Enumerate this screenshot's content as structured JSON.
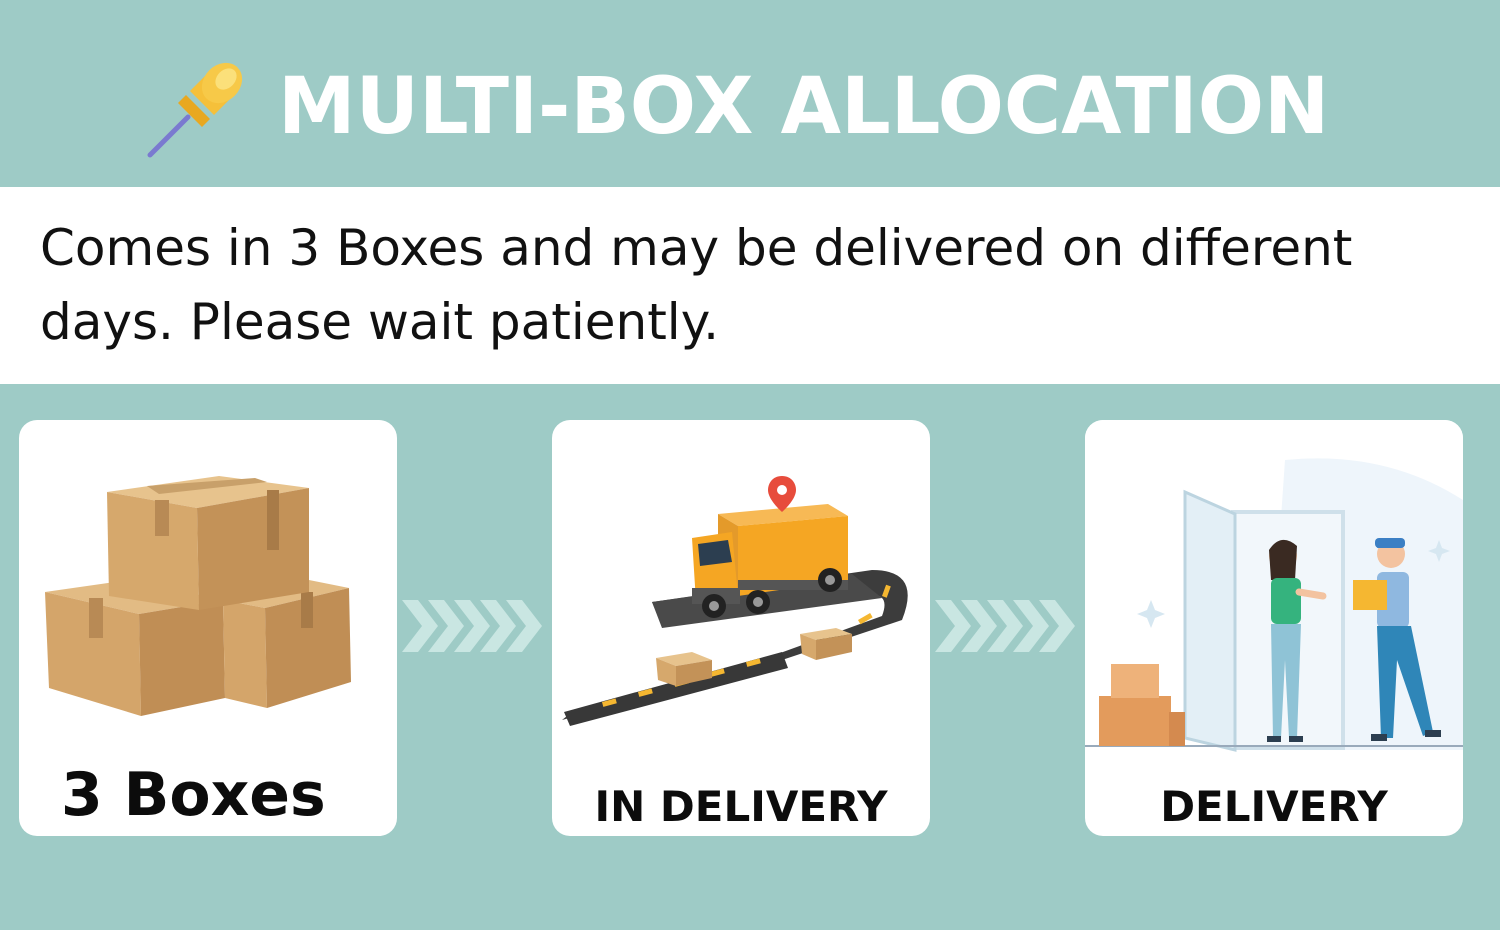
{
  "header": {
    "title": "MULTI-BOX ALLOCATION",
    "pin_icon": "pushpin-icon"
  },
  "notice": {
    "text": "Comes in 3 Boxes and may be delivered on different days. Please wait patiently."
  },
  "steps": [
    {
      "label": "3 Boxes",
      "icon": "cardboard-boxes-icon"
    },
    {
      "label": "IN DELIVERY",
      "icon": "delivery-truck-icon"
    },
    {
      "label": "DELIVERY",
      "icon": "courier-handover-icon"
    }
  ],
  "colors": {
    "background": "#9ecbc6",
    "card": "#ffffff",
    "box": "#d7a96b",
    "truck": "#f5a623",
    "road": "#3c3c3c"
  }
}
